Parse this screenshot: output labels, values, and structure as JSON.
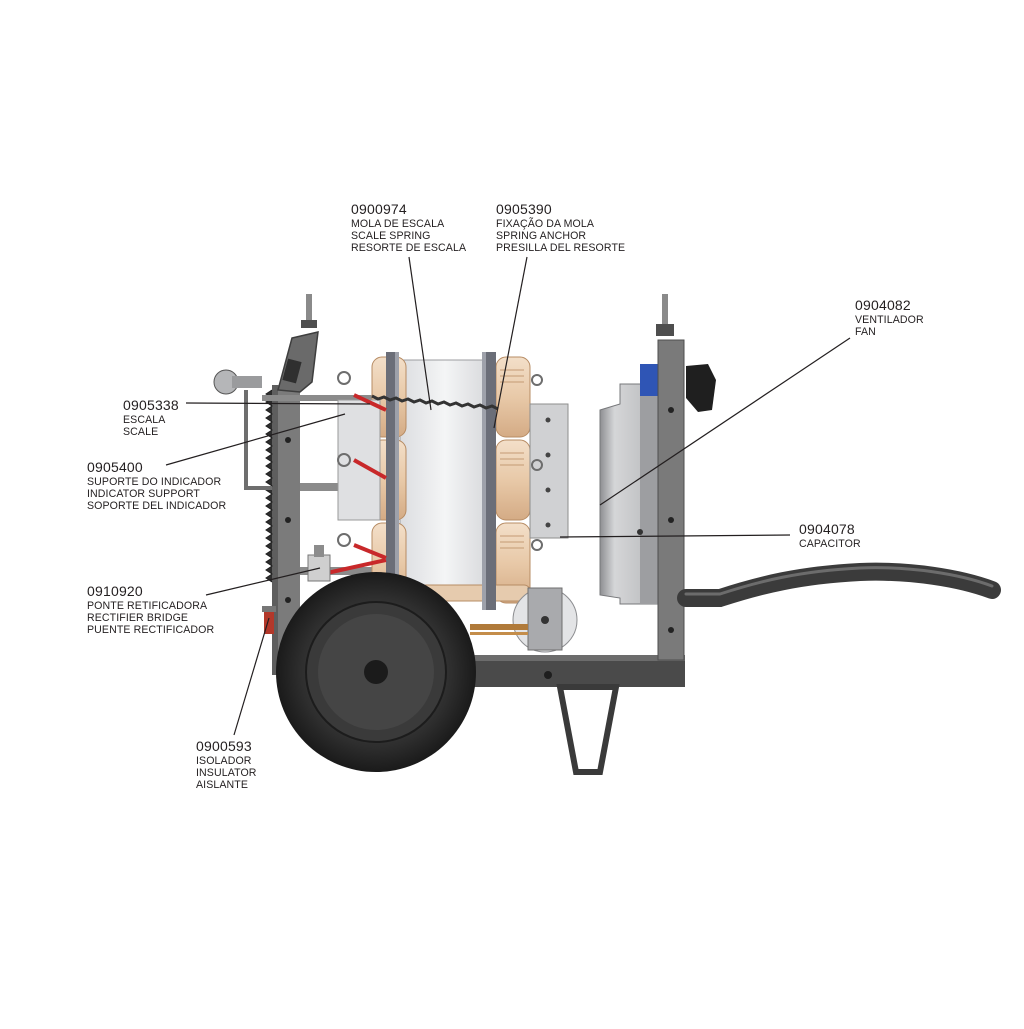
{
  "diagram": {
    "colors": {
      "frame": "#7d7d7d",
      "frame_dark": "#3c3c3c",
      "coil": "#ecd2b6",
      "coil_edge": "#b78c64",
      "core": "#e9eaec",
      "spring": "#c8282a",
      "fan_housing": "#b9babc",
      "wheel": "#2a2a2a",
      "hose": "#444444",
      "accent_blue": "#2f55b5",
      "leader": "#231f20"
    },
    "callouts": [
      {
        "id": "0900974",
        "code": "0900974",
        "lines": [
          "MOLA DE ESCALA",
          "SCALE SPRING",
          "RESORTE DE ESCALA"
        ]
      },
      {
        "id": "0905390",
        "code": "0905390",
        "lines": [
          "FIXAÇÃO DA MOLA",
          "SPRING ANCHOR",
          "PRESILLA DEL RESORTE"
        ]
      },
      {
        "id": "0904082",
        "code": "0904082",
        "lines": [
          "VENTILADOR",
          "FAN"
        ]
      },
      {
        "id": "0905338",
        "code": "0905338",
        "lines": [
          "ESCALA",
          "SCALE"
        ]
      },
      {
        "id": "0905400",
        "code": "0905400",
        "lines": [
          "SUPORTE DO INDICADOR",
          "INDICATOR SUPPORT",
          "SOPORTE DEL INDICADOR"
        ]
      },
      {
        "id": "0904078",
        "code": "0904078",
        "lines": [
          "CAPACITOR"
        ]
      },
      {
        "id": "0910920",
        "code": "0910920",
        "lines": [
          "PONTE RETIFICADORA",
          "RECTIFIER BRIDGE",
          "PUENTE RECTIFICADOR"
        ]
      },
      {
        "id": "0900593",
        "code": "0900593",
        "lines": [
          "ISOLADOR",
          "INSULATOR",
          "AISLANTE"
        ]
      }
    ]
  }
}
